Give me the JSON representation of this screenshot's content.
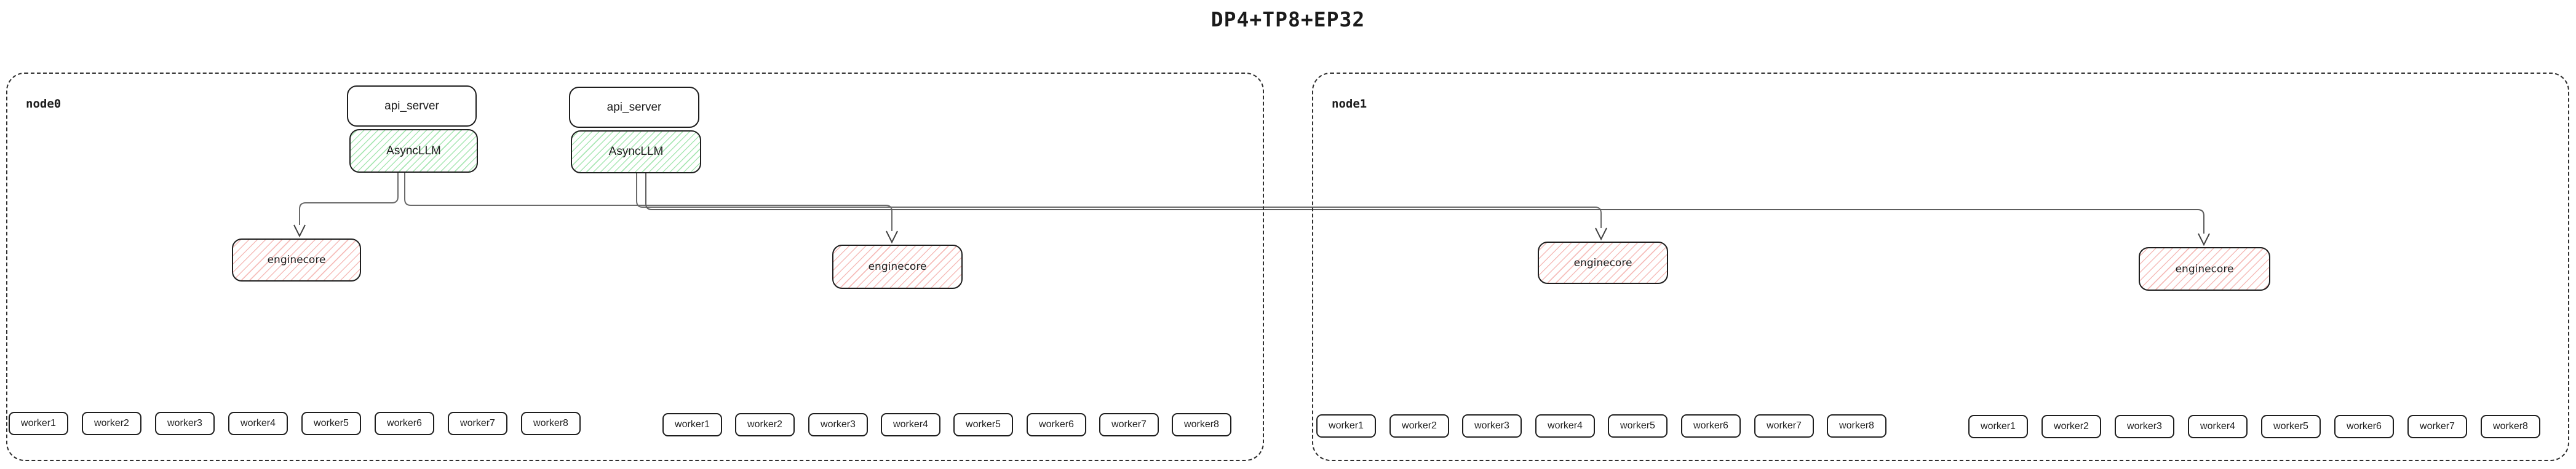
{
  "title": "DP4+TP8+EP32",
  "nodes": [
    {
      "label": "node0"
    },
    {
      "label": "node1"
    }
  ],
  "components": {
    "api_server_label": "api_server",
    "asyncllm_label": "AsyncLLM",
    "enginecore_label": "enginecore",
    "worker_groups": [
      [
        "worker1",
        "worker2",
        "worker3",
        "worker4",
        "worker5",
        "worker6",
        "worker7",
        "worker8"
      ],
      [
        "worker1",
        "worker2",
        "worker3",
        "worker4",
        "worker5",
        "worker6",
        "worker7",
        "worker8"
      ],
      [
        "worker1",
        "worker2",
        "worker3",
        "worker4",
        "worker5",
        "worker6",
        "worker7",
        "worker8"
      ],
      [
        "worker1",
        "worker2",
        "worker3",
        "worker4",
        "worker5",
        "worker6",
        "worker7",
        "worker8"
      ]
    ]
  },
  "counts": {
    "api_servers": 2,
    "asyncllms": 2,
    "enginecores": 4,
    "worker_groups": 4,
    "workers_per_group": 8
  },
  "colors": {
    "asyncllm_hatch": "#a9e7b4",
    "enginecore_hatch": "#f6bdba",
    "box_border": "#1e1e1e",
    "node_border": "#2e2e2e",
    "connector": "#6a6a6a",
    "arrowhead": "#3f3f3f",
    "text": "#1b1b1b"
  }
}
